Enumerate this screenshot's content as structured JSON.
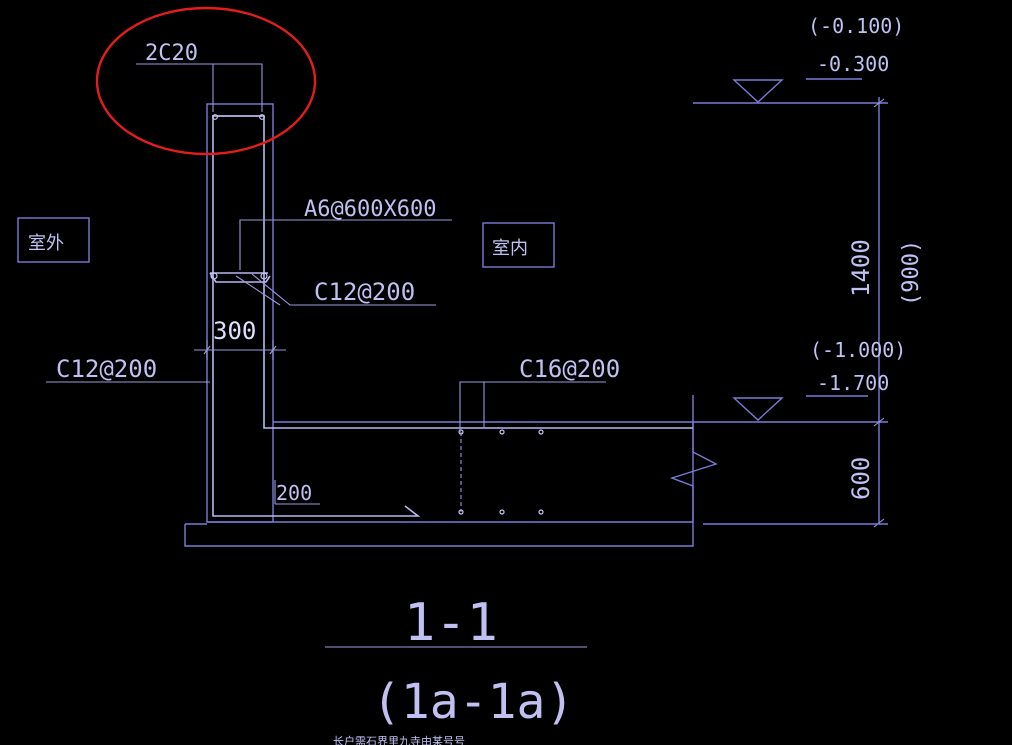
{
  "labels": {
    "top_rebar": "2C20",
    "stirrup": "A6@600X600",
    "tie_bar": "C12@200",
    "wall_width": "300",
    "horizontal_bar": "C12@200",
    "slab_bar": "C16@200",
    "slab_dim": "200",
    "outside": "室外",
    "inside": "室内"
  },
  "elevations": {
    "top_paren": "(-0.100)",
    "top": "-0.300",
    "bottom_paren": "(-1.000)",
    "bottom": "-1.700"
  },
  "dimensions": {
    "wall_height": "1400",
    "wall_height_paren": "(900)",
    "slab_thickness": "600"
  },
  "section": {
    "title": "1-1",
    "subtitle": "(1a-1a)",
    "footnote": "长户需石界里九寺由某号号"
  },
  "colors": {
    "lines": "#7b7bd8",
    "text": "#c0c0f2",
    "highlight_circle": "#e21d1d",
    "background": "#000000"
  }
}
